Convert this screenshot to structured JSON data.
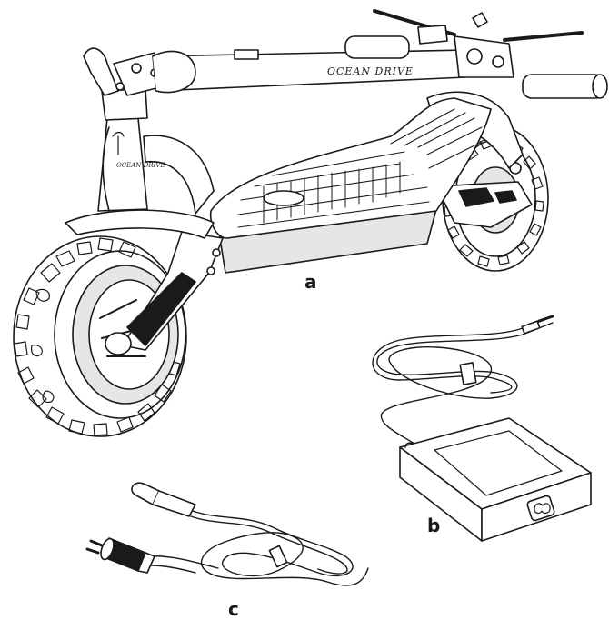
{
  "figure": {
    "components": [
      {
        "id": "a",
        "label": "a",
        "item": "electric-scooter"
      },
      {
        "id": "b",
        "label": "b",
        "item": "charger-adapter"
      },
      {
        "id": "c",
        "label": "c",
        "item": "power-cord"
      }
    ],
    "scooter": {
      "brand_text": "OCEAN DRIVE",
      "stem_brand_text": "OCEAN DRIVE"
    },
    "colors": {
      "line": "#1a1a1a",
      "fill": "#ffffff",
      "shade": "#e6e6e6"
    }
  }
}
